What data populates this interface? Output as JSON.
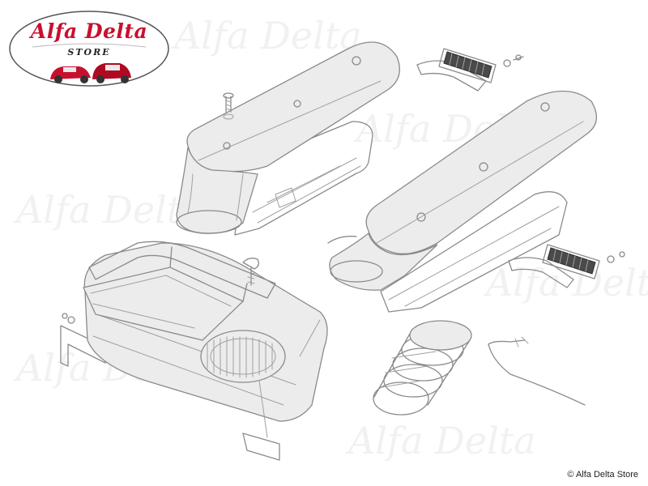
{
  "logo": {
    "title": "Alfa Delta",
    "subtitle": "STORE"
  },
  "watermark": "Alfa Delta",
  "copyright": "© Alfa Delta Store",
  "colors": {
    "brand_red": "#c8102e",
    "line_gray": "#8a8a8a",
    "watermark": "#f1f1f1"
  }
}
